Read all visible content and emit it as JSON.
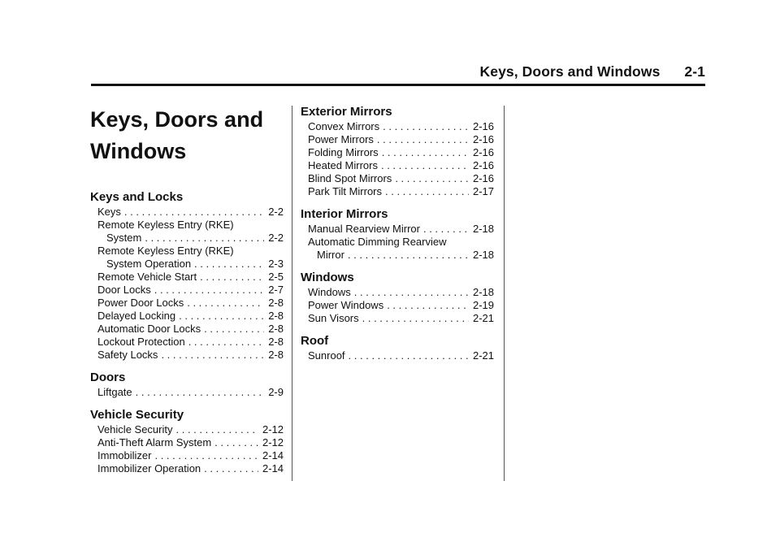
{
  "header": {
    "title": "Keys, Doors and Windows",
    "page": "2-1"
  },
  "chapter": {
    "line1": "Keys, Doors and",
    "line2": "Windows"
  },
  "col1": [
    {
      "title": "Keys and Locks",
      "entries": [
        {
          "text": "Keys",
          "page": "2-2"
        },
        {
          "text": "Remote Keyless Entry (RKE)",
          "cont": "System",
          "page": "2-2"
        },
        {
          "text": "Remote Keyless Entry (RKE)",
          "cont": "System Operation",
          "page": "2-3"
        },
        {
          "text": "Remote Vehicle Start",
          "page": "2-5"
        },
        {
          "text": "Door Locks",
          "page": "2-7"
        },
        {
          "text": "Power Door Locks",
          "page": "2-8"
        },
        {
          "text": "Delayed Locking",
          "page": "2-8"
        },
        {
          "text": "Automatic Door Locks",
          "page": "2-8"
        },
        {
          "text": "Lockout Protection",
          "page": "2-8"
        },
        {
          "text": "Safety Locks",
          "page": "2-8"
        }
      ]
    },
    {
      "title": "Doors",
      "entries": [
        {
          "text": "Liftgate",
          "page": "2-9"
        }
      ]
    },
    {
      "title": "Vehicle Security",
      "entries": [
        {
          "text": "Vehicle Security",
          "page": "2-12"
        },
        {
          "text": "Anti-Theft Alarm System",
          "page": "2-12"
        },
        {
          "text": "Immobilizer",
          "page": "2-14"
        },
        {
          "text": "Immobilizer Operation",
          "page": "2-14"
        }
      ]
    }
  ],
  "col2": [
    {
      "title": "Exterior Mirrors",
      "entries": [
        {
          "text": "Convex Mirrors",
          "page": "2-16"
        },
        {
          "text": "Power Mirrors",
          "page": "2-16"
        },
        {
          "text": "Folding Mirrors",
          "page": "2-16"
        },
        {
          "text": "Heated Mirrors",
          "page": "2-16"
        },
        {
          "text": "Blind Spot Mirrors",
          "page": "2-16"
        },
        {
          "text": "Park Tilt Mirrors",
          "page": "2-17"
        }
      ]
    },
    {
      "title": "Interior Mirrors",
      "entries": [
        {
          "text": "Manual Rearview Mirror",
          "page": "2-18"
        },
        {
          "text": "Automatic Dimming Rearview",
          "cont": "Mirror",
          "page": "2-18"
        }
      ]
    },
    {
      "title": "Windows",
      "entries": [
        {
          "text": "Windows",
          "page": "2-18"
        },
        {
          "text": "Power Windows",
          "page": "2-19"
        },
        {
          "text": "Sun Visors",
          "page": "2-21"
        }
      ]
    },
    {
      "title": "Roof",
      "entries": [
        {
          "text": "Sunroof",
          "page": "2-21"
        }
      ]
    }
  ]
}
